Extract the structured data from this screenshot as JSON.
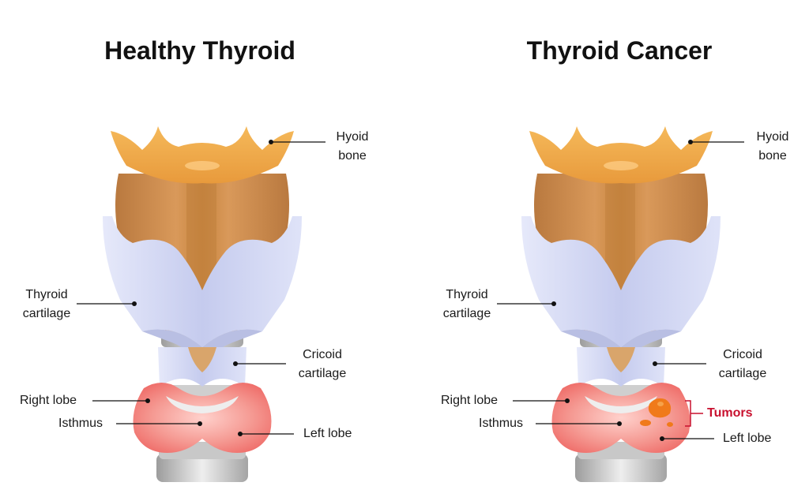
{
  "panels": [
    {
      "title": "Healthy Thyroid",
      "labels": {
        "hyoid_1": "Hyoid",
        "hyoid_2": "bone",
        "thyroid_1": "Thyroid",
        "thyroid_2": "cartilage",
        "cricoid_1": "Cricoid",
        "cricoid_2": "cartilage",
        "right_lobe": "Right lobe",
        "isthmus": "Isthmus",
        "left_lobe": "Left lobe"
      }
    },
    {
      "title": "Thyroid Cancer",
      "labels": {
        "hyoid_1": "Hyoid",
        "hyoid_2": "bone",
        "thyroid_1": "Thyroid",
        "thyroid_2": "cartilage",
        "cricoid_1": "Cricoid",
        "cricoid_2": "cartilage",
        "right_lobe": "Right lobe",
        "isthmus": "Isthmus",
        "left_lobe": "Left lobe",
        "tumors": "Tumors"
      }
    }
  ],
  "colors": {
    "hyoid": "#f2ab4c",
    "larynx": "#c98a4b",
    "cartilage": "#cdd2f0",
    "thyroid": "#f07b78",
    "trachea": "#d4d4d4",
    "tumor": "#f07a1a",
    "tumor_label": "#c8102e"
  }
}
